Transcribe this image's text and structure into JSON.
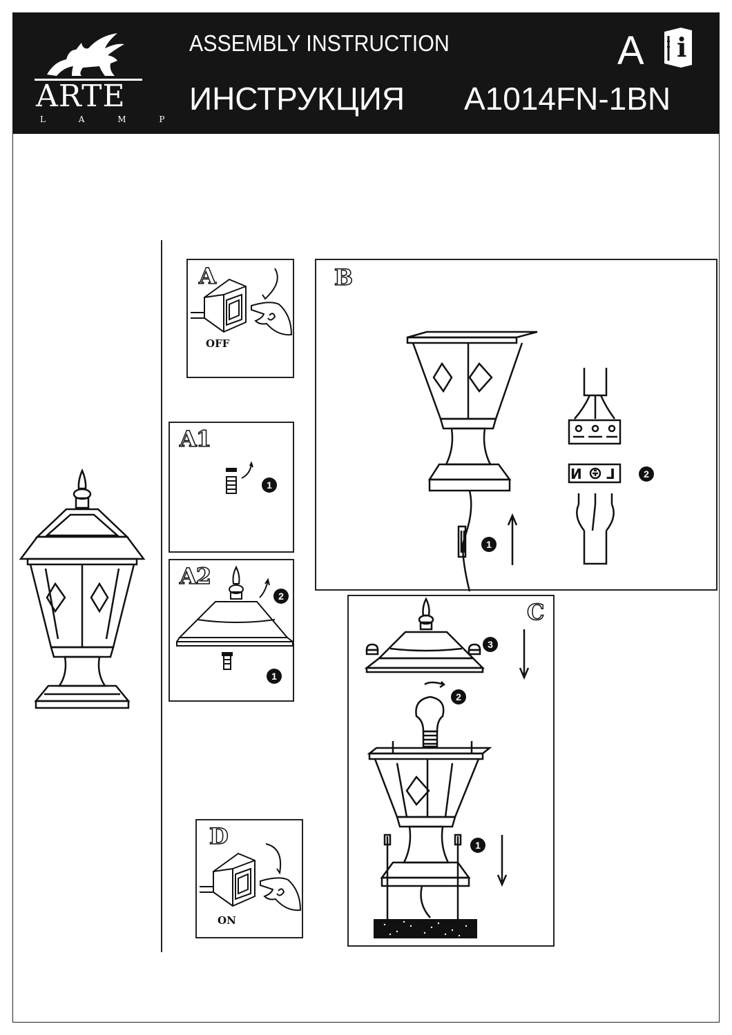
{
  "header": {
    "brand": "ARTE",
    "brand_sub": "L A M P",
    "title_en": "ASSEMBLY  INSTRUCTION",
    "title_ru": "ИНСТРУКЦИЯ",
    "model": "A1014FN-1BN",
    "sheet": "A",
    "info_icon_glyph": "i"
  },
  "panels": {
    "a": {
      "letter": "A",
      "label": "OFF"
    },
    "a1": {
      "letter": "A1",
      "steps": [
        "1"
      ]
    },
    "a2": {
      "letter": "A2",
      "steps": [
        "2",
        "1"
      ]
    },
    "b": {
      "letter": "B",
      "steps": [
        "1",
        "2"
      ],
      "terminal_labels": [
        "N",
        "L"
      ]
    },
    "c": {
      "letter": "C",
      "steps": [
        "3",
        "2",
        "1"
      ]
    },
    "d": {
      "letter": "D",
      "label": "ON"
    }
  },
  "colors": {
    "header_bg": "#151515",
    "ink": "#111111",
    "paper": "#ffffff"
  }
}
